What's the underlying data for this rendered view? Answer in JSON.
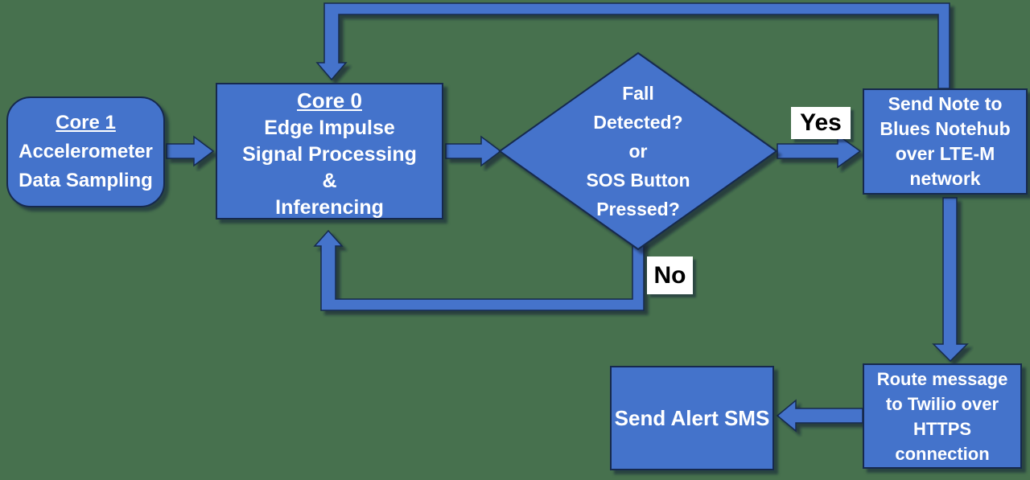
{
  "diagram": {
    "background_color": "#47714E",
    "node_fill_color": "#4473CB",
    "node_border_color": "#16294D",
    "node_text_color": "#FFFFFF",
    "edge_label_bg_color": "#FFFFFF",
    "edge_label_text_color": "#000000",
    "nodes": {
      "core1": {
        "title": "Core 1",
        "lines": [
          "Accelerometer",
          "Data Sampling"
        ]
      },
      "core0": {
        "title": "Core 0",
        "lines": [
          "Edge Impulse",
          "Signal Processing",
          "&",
          "Inferencing"
        ]
      },
      "decision": {
        "lines": [
          "Fall",
          "Detected?",
          "or",
          "SOS Button",
          "Pressed?"
        ]
      },
      "send_note": {
        "lines": [
          "Send Note to",
          "Blues Notehub",
          "over LTE-M",
          "network"
        ]
      },
      "route_message": {
        "lines": [
          "Route message",
          "to Twilio over",
          "HTTPS",
          "connection"
        ]
      },
      "send_sms": {
        "label": "Send Alert SMS"
      }
    },
    "edge_labels": {
      "yes": "Yes",
      "no": "No"
    }
  }
}
